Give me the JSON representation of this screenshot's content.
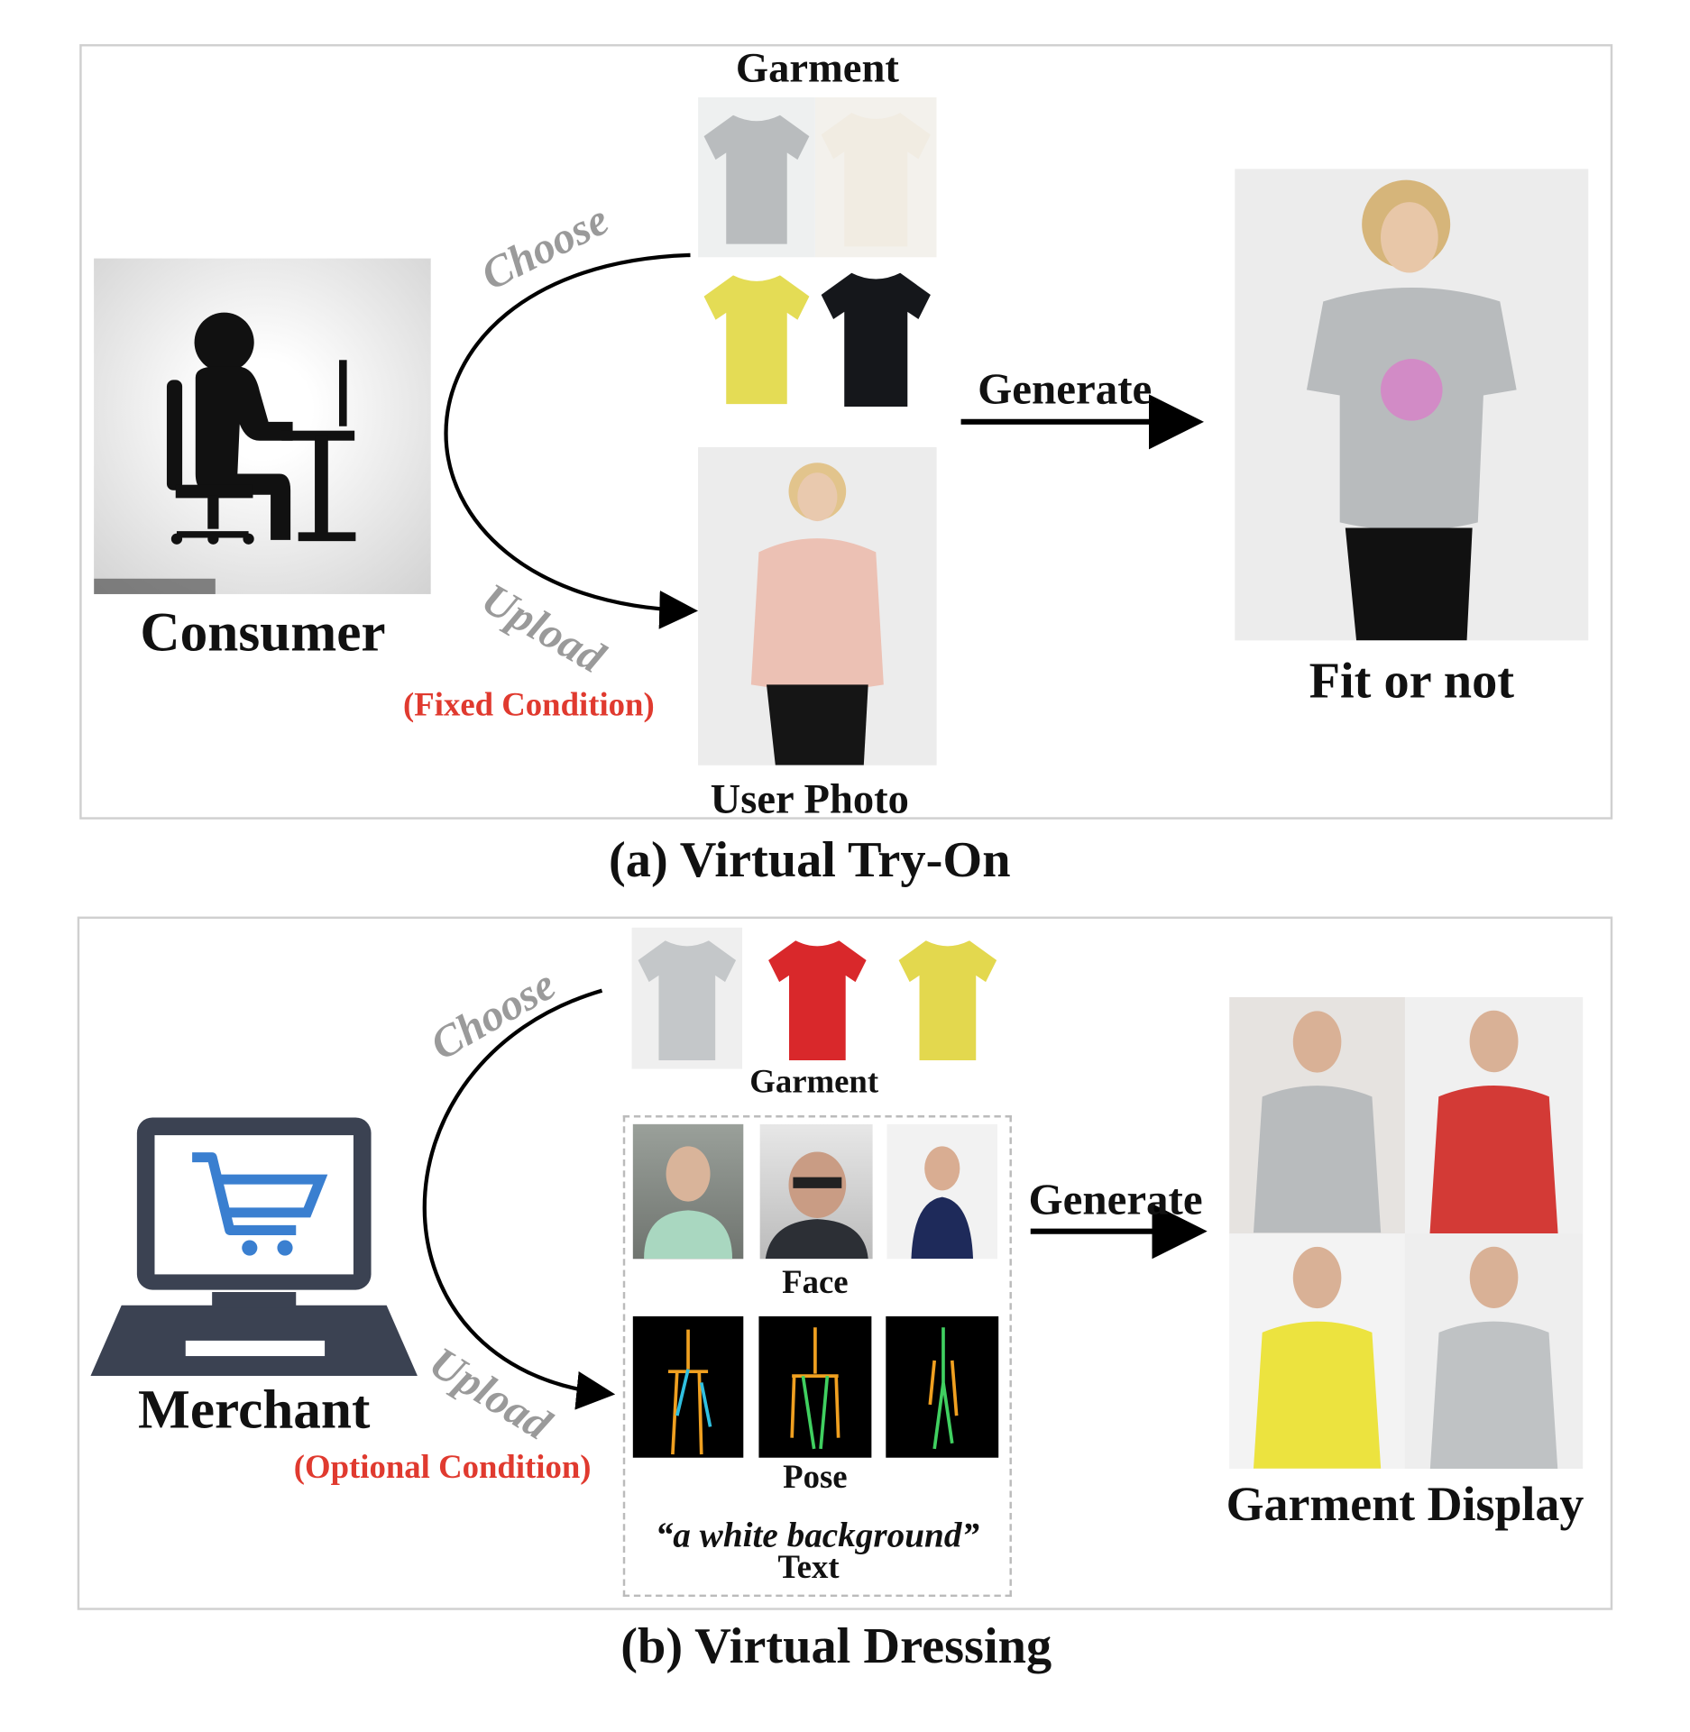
{
  "panel_a": {
    "caption": "(a) Virtual Try-On",
    "actor": "Consumer",
    "garment_label": "Garment",
    "user_photo_label": "User Photo",
    "choose": "Choose",
    "upload": "Upload",
    "condition": "(Fixed Condition)",
    "generate": "Generate",
    "result_label": "Fit or not",
    "garments": [
      {
        "color": "#b9bcbe"
      },
      {
        "color": "#f1ece2"
      },
      {
        "color": "#e4dc55"
      },
      {
        "color": "#15171b"
      }
    ]
  },
  "panel_b": {
    "caption": "(b) Virtual Dressing",
    "actor": "Merchant",
    "garment_label": "Garment",
    "choose": "Choose",
    "upload": "Upload",
    "condition": "(Optional Condition)",
    "face_label": "Face",
    "pose_label": "Pose",
    "text_prompt": "“a white background”",
    "text_label": "Text",
    "generate": "Generate",
    "result_label": "Garment Display",
    "garments": [
      {
        "color": "#c4c7c9"
      },
      {
        "color": "#d9282b"
      },
      {
        "color": "#e3d84e"
      }
    ],
    "results": [
      {
        "color": "#b8bbbd"
      },
      {
        "color": "#d33a36"
      },
      {
        "color": "#ece33f"
      },
      {
        "color": "#bfc2c4"
      }
    ]
  }
}
